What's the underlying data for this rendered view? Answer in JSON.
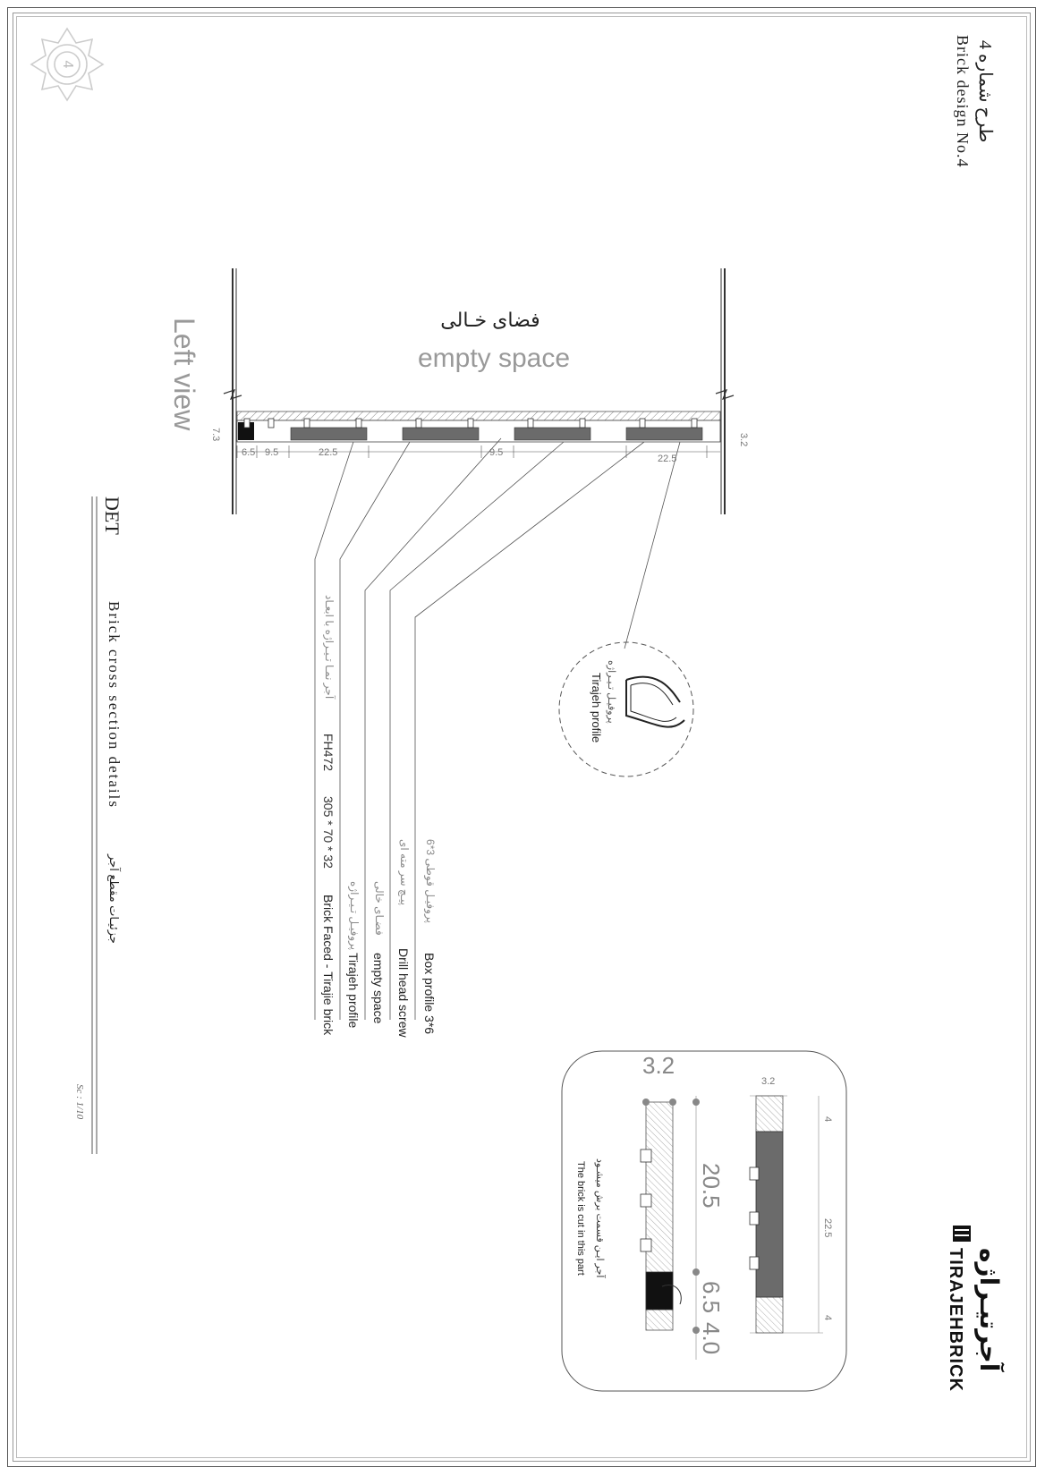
{
  "title_block": {
    "number_fa": "طرح شماره 4",
    "title_en": "Brick design No.4"
  },
  "badge": {
    "number": "4"
  },
  "main_view": {
    "label_fa": "فضای خـالی",
    "label_en": "empty space",
    "view_label": "Left view",
    "dimensions": {
      "d_7_3": "7.3",
      "d_6_5": "6.5",
      "d_9_5_a": "9.5",
      "d_22_5_a": "22.5",
      "d_9_5_b": "9.5",
      "d_22_5_b": "22.5",
      "d_3_2": "3.2"
    }
  },
  "profile_callout": {
    "label_fa": "پروفیـل تـیـراژه",
    "label_en": "Tirajeh profile"
  },
  "legend": {
    "items": [
      {
        "fa": "پروفیـل قوطی 3*6",
        "en": "Box profile 3*6"
      },
      {
        "fa": "پیـچ سر مته ای",
        "en": "Drill head screw"
      },
      {
        "fa": "فضـای خالی",
        "en": "empty space"
      },
      {
        "fa": "پروفیـل تـیـراژه",
        "en": "Tirajeh profile"
      },
      {
        "fa": "آجر نمـا تـیـراژه با ابعـاد",
        "en_code": "FH472",
        "en_dims": "305 * 70 * 32",
        "en": "Brick Faced - Tirajie brick"
      }
    ]
  },
  "det_section": {
    "heading": "DET",
    "subtitle_en": "Brick cross section details",
    "subtitle_fa": "جزئیـات مقطع آجر",
    "scale": "Sc : 1/10"
  },
  "brick_detail": {
    "top_dims": {
      "d_3_2": "3.2",
      "d_4_top": "4",
      "d_22_5": "22.5",
      "d_4_bottom": "4"
    },
    "bottom_dims": {
      "d_3_2": "3.2",
      "d_20_5": "20.5",
      "d_6_5": "6.5",
      "d_4_0": "4.0"
    },
    "note_en": "The brick is cut in this part",
    "note_fa": "آجر ایـن قسمت برش میشـود"
  },
  "logo": {
    "fa": "آجرتیـراژه",
    "en": "TIRAJEHBRICK"
  },
  "colors": {
    "line": "#333333",
    "hatch": "#999999",
    "brick_dark": "#6b6b6b",
    "brick_black": "#111111",
    "faint_text": "#9a9a9a"
  }
}
